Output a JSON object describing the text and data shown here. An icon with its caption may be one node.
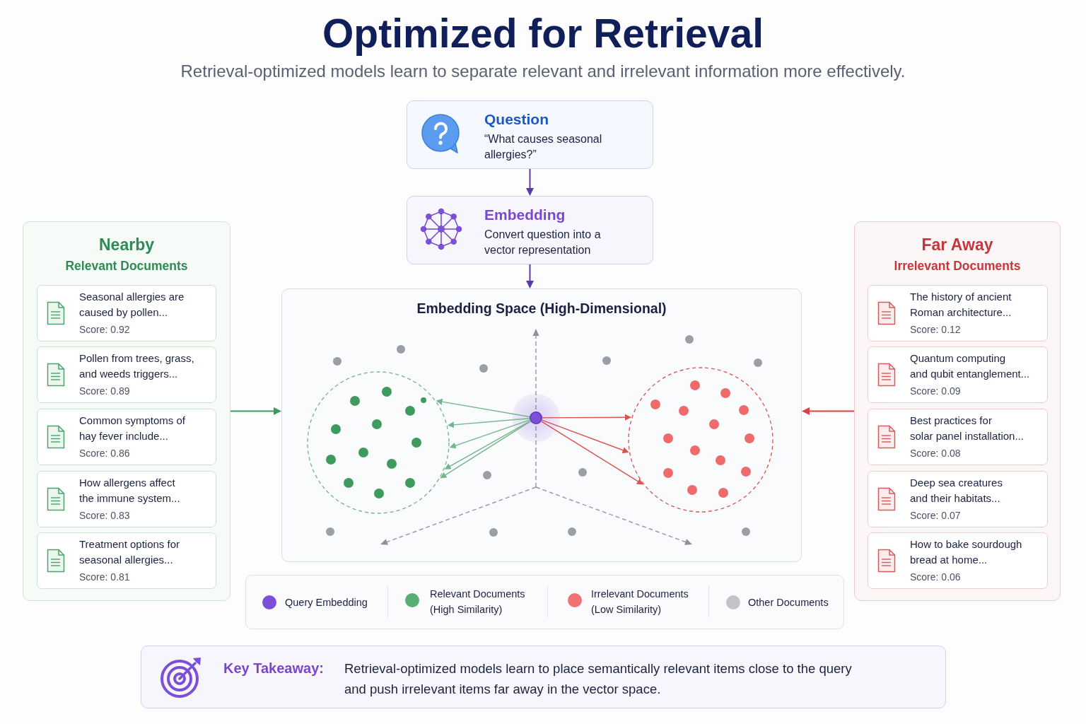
{
  "diagram": {
    "title": "Optimized for Retrieval",
    "nodes": [
      {
        "text": [
          "Question",
          "“What causes seasonal allergies?”"
        ]
      },
      {
        "text": [
          "Embedding",
          "Convert question into a vector representation"
        ]
      },
      {
        "text": [
          "Nearby",
          "Relevant Documents"
        ]
      },
      {
        "text": [
          "Seasonal allergies are caused by pollen...",
          "Score: 0.92"
        ],
        "in": 2
      },
      {
        "text": [
          "Pollen from trees, grass, and weeds triggers...",
          "Score: 0.89"
        ],
        "in": 2
      },
      {
        "text": [
          "Common symptoms of hay fever include...",
          "Score: 0.86"
        ],
        "in": 2
      },
      {
        "text": [
          "How allergens affect the immune system...",
          "Score: 0.83"
        ],
        "in": 2
      },
      {
        "text": [
          "Treatment options for seasonal allergies...",
          "Score: 0.81"
        ],
        "in": 2
      },
      {
        "text": [
          "Embedding Space (High-Dimensional)"
        ]
      },
      {
        "text": [],
        "shape": "circle",
        "in": 8
      },
      {
        "text": [],
        "shape": "circle",
        "in": 8
      },
      {
        "text": [],
        "shape": "circle",
        "in": 8
      },
      {
        "text": [
          "Far Away",
          "Irrelevant Documents"
        ]
      },
      {
        "text": [
          "The history of ancient Roman architecture...",
          "Score: 0.12"
        ],
        "in": 12
      },
      {
        "text": [
          "Quantum computing and qubit entanglement...",
          "Score: 0.09"
        ],
        "in": 12
      },
      {
        "text": [
          "Best practices for solar panel installation...",
          "Score: 0.08"
        ],
        "in": 12
      },
      {
        "text": [
          "Deep sea creatures and their habitats...",
          "Score: 0.07"
        ],
        "in": 12
      },
      {
        "text": [
          "How to bake sourdough bread at home...",
          "Score: 0.06"
        ],
        "in": 12
      },
      {
        "text": [
          "Key Takeaway:",
          "Retrieval-optimized models learn to place semantically relevant items close to the query and push irrelevant items far away in the vector space."
        ]
      }
    ],
    "edges": [
      {
        "from": 0,
        "to": 1,
        "arrow": "to",
        "color": "#5b3aa8"
      },
      {
        "from": 1,
        "to": 8,
        "arrow": "to",
        "color": "#5b3aa8"
      },
      {
        "from": 2,
        "to": 8,
        "arrow": "to",
        "color": "#3f9a5e"
      },
      {
        "from": 10,
        "to": 9,
        "arrow": "to",
        "color": "#72b68b"
      },
      {
        "from": 10,
        "to": 9,
        "arrow": "to",
        "color": "#72b68b"
      },
      {
        "from": 10,
        "to": 9,
        "arrow": "to",
        "color": "#72b68b"
      },
      {
        "from": 10,
        "to": 9,
        "arrow": "to",
        "color": "#72b68b"
      },
      {
        "from": 10,
        "to": 9,
        "arrow": "to",
        "color": "#72b68b"
      },
      {
        "from": 10,
        "to": 11,
        "arrow": "to",
        "color": "#d9534f"
      },
      {
        "from": 10,
        "to": 11,
        "arrow": "to",
        "color": "#d9534f"
      },
      {
        "from": 10,
        "to": 11,
        "arrow": "to",
        "color": "#d9534f"
      },
      {
        "from": 12,
        "to": 8,
        "arrow": "to",
        "color": "#d64545"
      }
    ],
    "labels": [
      "Retrieval-optimized models learn to separate relevant and irrelevant information more effectively."
    ],
    "legend": [
      {
        "text": "Query Embedding",
        "color": "#7b4fd6"
      },
      {
        "text": "Relevant Documents (High Similarity)",
        "color": "#5aae73"
      },
      {
        "text": "Irrelevant Documents (Low Similarity)",
        "color": "#f07272"
      },
      {
        "text": "Other Documents",
        "color": "#c4c4c8"
      }
    ]
  }
}
